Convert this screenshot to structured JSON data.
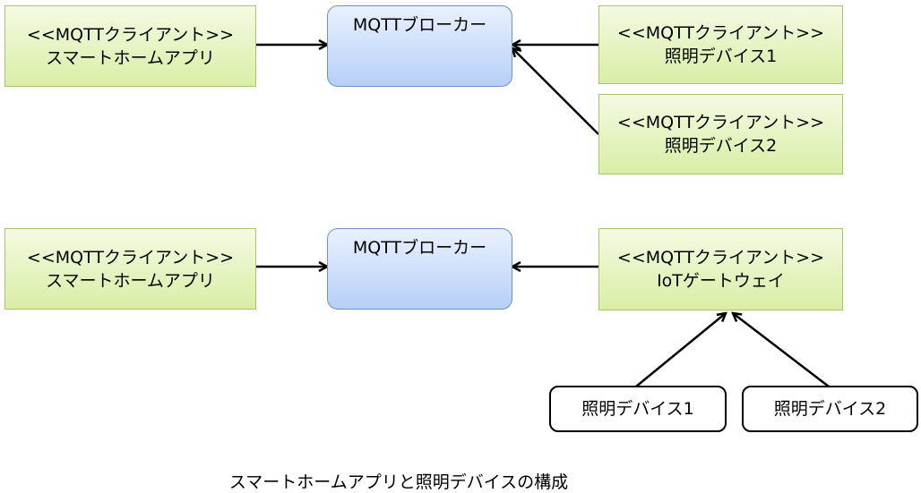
{
  "diagram1": {
    "app": {
      "stereotype": "<<MQTTクライアント>>",
      "name": "スマートホームアプリ"
    },
    "broker": {
      "name": "MQTTブローカー"
    },
    "device1": {
      "stereotype": "<<MQTTクライアント>>",
      "name": "照明デバイス1"
    },
    "device2": {
      "stereotype": "<<MQTTクライアント>>",
      "name": "照明デバイス2"
    }
  },
  "diagram2": {
    "app": {
      "stereotype": "<<MQTTクライアント>>",
      "name": "スマートホームアプリ"
    },
    "broker": {
      "name": "MQTTブローカー"
    },
    "gateway": {
      "stereotype": "<<MQTTクライアント>>",
      "name": "IoTゲートウェイ"
    },
    "device1": {
      "name": "照明デバイス1"
    },
    "device2": {
      "name": "照明デバイス2"
    }
  },
  "caption": "スマートホームアプリと照明デバイスの構成",
  "colors": {
    "client_fill": "#d9eea5",
    "broker_fill": "#b7cff7",
    "device_border": "#000000"
  }
}
